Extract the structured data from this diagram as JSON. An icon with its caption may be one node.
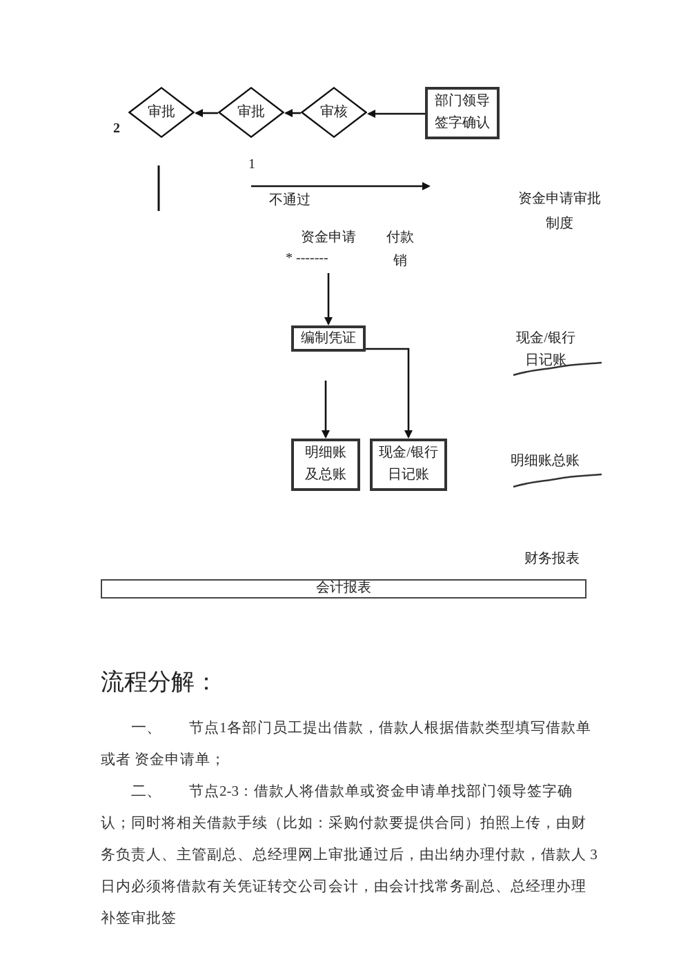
{
  "diagram": {
    "nodes": [
      {
        "text": [
          "审批"
        ]
      },
      {
        "text": [
          "审批"
        ]
      },
      {
        "text": [
          "审核"
        ]
      },
      {
        "text": [
          "部门领导签字确认"
        ]
      },
      {
        "text": [
          "编制凭证"
        ]
      },
      {
        "text": [
          "明细账及总账"
        ]
      },
      {
        "text": [
          "现金/银行日记账"
        ]
      },
      {
        "text": [
          "会计报表"
        ]
      }
    ],
    "edges": [
      {
        "from": 3,
        "to": 2,
        "arrow": "to"
      },
      {
        "from": 2,
        "to": 1,
        "arrow": "to"
      },
      {
        "from": 1,
        "to": 0,
        "arrow": "to"
      },
      {
        "from": null,
        "to": 4,
        "arrow": "to"
      },
      {
        "from": null,
        "to": 5,
        "arrow": "to"
      },
      {
        "from": 4,
        "to": 6,
        "arrow": "to"
      }
    ],
    "labels": [
      "2",
      "1",
      "不通过",
      "资金申请审批制度",
      "资金申请",
      "付款",
      "* -------",
      "销",
      "现金/银行日记账",
      "明细账总账",
      "财务报表",
      "流程分解：",
      "一、",
      "节点1各部门员工提出借款，借款人根据借款类型填写借款单或者 资金申请单；",
      "二、",
      "节点2-3：借款人将借款单或资金申请单找部门领导签字确认；同时将相关借款手续（比如：采购付款要提供合同）拍照上传，由财务负责人、主管副总、总经理网上审批通过后，由出纳办理付款，借款人 3日内必须将借款有关凭证转交公司会计，由会计找常务副总、总经理办理补签审批签"
    ]
  }
}
